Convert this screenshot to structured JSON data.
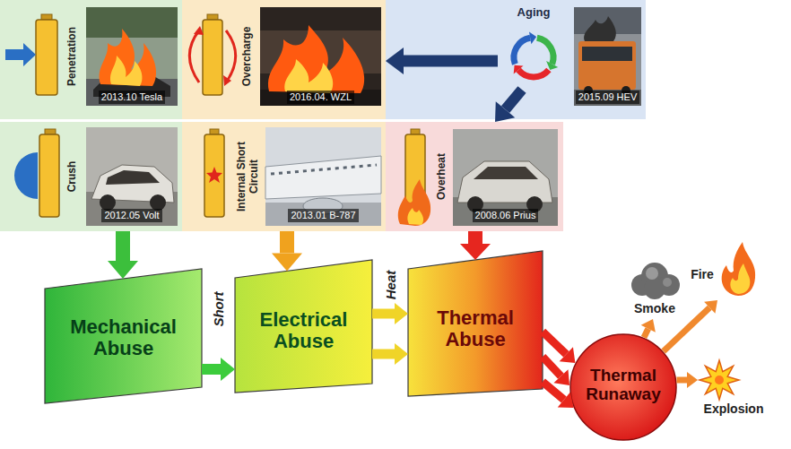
{
  "diagram": {
    "nodes": [
      {
        "text": [
          "Penetration",
          "2013.10 Tesla"
        ]
      },
      {
        "text": [
          "Overcharge",
          "2016.04. WZL"
        ]
      },
      {
        "text": [
          "2015.09 HEV"
        ]
      },
      {
        "text": [
          "Aging"
        ],
        "in": 2
      },
      {
        "text": [
          "Crush",
          "2012.05 Volt"
        ]
      },
      {
        "text": [
          "Internal Short Circuit",
          "2013.01 B-787"
        ]
      },
      {
        "text": [
          "Overheat",
          "2008.06 Prius"
        ]
      },
      {
        "text": [
          "Mechanical Abuse"
        ]
      },
      {
        "text": [
          "Electrical Abuse"
        ]
      },
      {
        "text": [
          "Thermal Abuse"
        ]
      },
      {
        "text": [
          "Thermal Runaway"
        ]
      },
      {
        "text": [
          "Smoke"
        ]
      },
      {
        "text": [
          "Fire"
        ]
      },
      {
        "text": [
          "Explosion"
        ]
      }
    ],
    "edges": [
      {
        "from": 3,
        "to": 1,
        "arrow": "to"
      },
      {
        "from": 3,
        "to": 6,
        "arrow": "to"
      },
      {
        "from": 4,
        "to": 7,
        "arrow": "to"
      },
      {
        "from": 5,
        "to": 8,
        "arrow": "to"
      },
      {
        "from": 6,
        "to": 9,
        "arrow": "to"
      },
      {
        "from": 7,
        "to": 8,
        "label": "Short",
        "arrow": "to"
      },
      {
        "from": 8,
        "to": 9,
        "label": "Heat",
        "arrow": "to"
      },
      {
        "from": 8,
        "to": 9,
        "arrow": "to"
      },
      {
        "from": 9,
        "to": 10,
        "arrow": "to"
      },
      {
        "from": 9,
        "to": 10,
        "arrow": "to"
      },
      {
        "from": 9,
        "to": 10,
        "arrow": "to"
      },
      {
        "from": 10,
        "to": 11,
        "arrow": "to"
      },
      {
        "from": 10,
        "to": 12,
        "arrow": "to"
      },
      {
        "from": 10,
        "to": 13,
        "arrow": "to"
      }
    ]
  }
}
